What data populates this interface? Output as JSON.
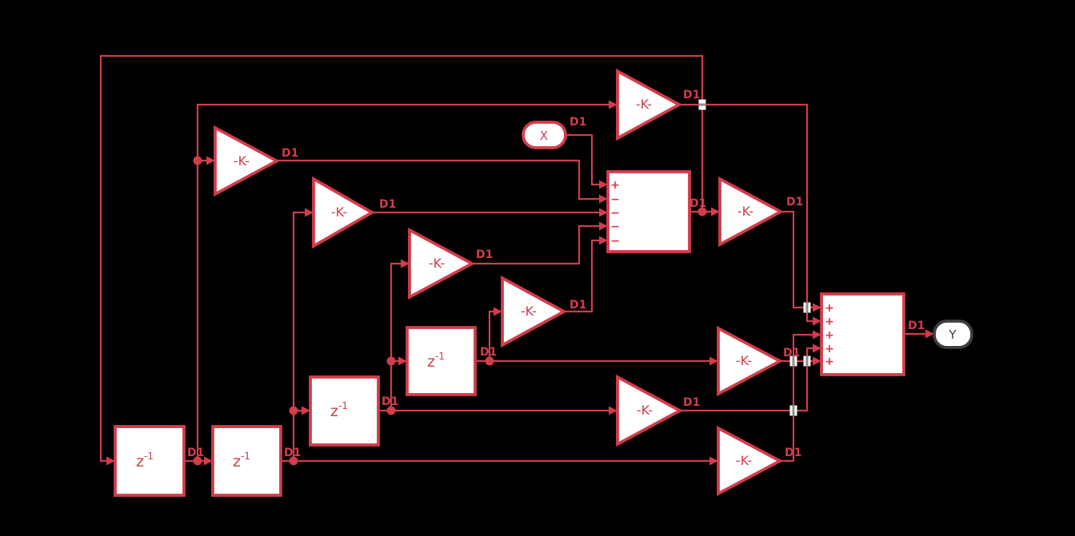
{
  "labels": {
    "signal": "D1",
    "gain": "-K-",
    "delay_base": "z",
    "delay_exp": "-1"
  },
  "ports": {
    "input_label": "X",
    "output_label": "Y"
  },
  "sum1": {
    "signs": [
      "+",
      "−",
      "−",
      "−",
      "−"
    ]
  },
  "sum2": {
    "signs": [
      "+",
      "+",
      "+",
      "+",
      "+"
    ]
  },
  "colors": {
    "accent": "#d23c4b",
    "background": "#000000",
    "block_fill": "#ffffff",
    "marker_gray": "#909090",
    "outport_stroke": "#3f3f3f"
  }
}
